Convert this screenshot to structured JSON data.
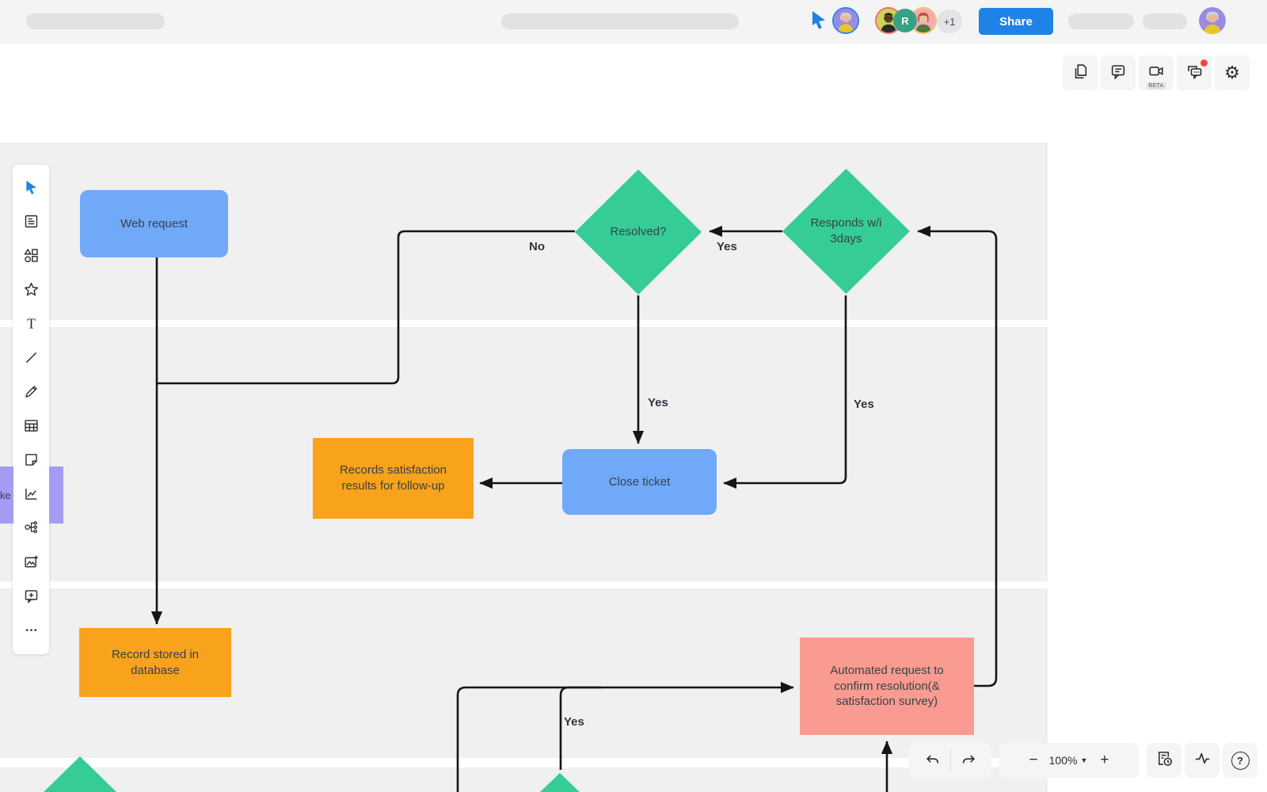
{
  "app": {
    "share_label": "Share",
    "overflow_badge": "+1",
    "avatar_initial": "R"
  },
  "top_right_panel": {
    "beta_label": "BETA",
    "buttons": [
      "documents",
      "comments",
      "video-call",
      "chat",
      "settings"
    ]
  },
  "toolbar_items": [
    "select",
    "notes",
    "shapes",
    "favorites",
    "text",
    "line",
    "pencil",
    "table",
    "sticky-note",
    "chart",
    "org-chart",
    "insert-image",
    "add-comment",
    "more"
  ],
  "footer": {
    "zoom_value": "100%",
    "minus": "−",
    "plus": "+",
    "help_label": "?"
  },
  "diagram": {
    "nodes": [
      {
        "id": "web-request",
        "label": "Web request",
        "type": "process",
        "color": "#6FA9F8"
      },
      {
        "id": "resolved",
        "label": "Resolved?",
        "type": "decision",
        "color": "#35CC96"
      },
      {
        "id": "responds-3days",
        "label": "Responds w/i\n3days",
        "type": "decision",
        "color": "#35CC96"
      },
      {
        "id": "records-satisfaction",
        "label": "Records satisfaction results for follow-up",
        "type": "data",
        "color": "#F9A21B"
      },
      {
        "id": "close-ticket",
        "label": "Close ticket",
        "type": "process",
        "color": "#6FA9F8"
      },
      {
        "id": "record-stored",
        "label": "Record stored in database",
        "type": "data",
        "color": "#F9A21B"
      },
      {
        "id": "automated-request",
        "label": "Automated request to confirm resolution(& satisfaction survey)",
        "type": "process",
        "color": "#F99B90"
      }
    ],
    "edge_labels": [
      {
        "text": "No"
      },
      {
        "text": "Yes"
      },
      {
        "text": "Yes"
      },
      {
        "text": "Yes"
      },
      {
        "text": "Yes"
      }
    ],
    "partial_shape_label": "ke"
  },
  "colors": {
    "accent_blue": "#1E82E6",
    "node_blue": "#6FA9F8",
    "node_green": "#35CC96",
    "node_orange": "#F9A21B",
    "node_pink": "#F99B90",
    "shape_purple": "#A39CF2",
    "notification_red": "#F2453D",
    "canvas_gray": "#F0F0F1",
    "edge_black": "#151515"
  }
}
